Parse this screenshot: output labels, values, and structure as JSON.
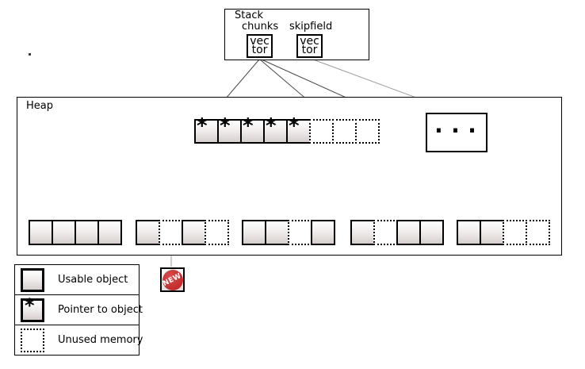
{
  "stack": {
    "title": "Stack",
    "chunks_label": "chunks",
    "skipfield_label": "skipfield",
    "vector_top": "vec",
    "vector_bottom": "tor"
  },
  "heap": {
    "label": "Heap",
    "ellipsis": "...",
    "pointer_array": {
      "pointers": [
        "*",
        "*",
        "*",
        "*",
        "*"
      ],
      "unused_count": 3
    },
    "object_groups": [
      {
        "cells": [
          "usable",
          "usable",
          "usable",
          "usable"
        ]
      },
      {
        "cells": [
          "usable",
          "unused",
          "usable",
          "unused"
        ]
      },
      {
        "cells": [
          "usable",
          "usable",
          "unused",
          "usable"
        ]
      },
      {
        "cells": [
          "usable",
          "unused",
          "usable",
          "usable"
        ]
      },
      {
        "cells": [
          "usable",
          "usable",
          "unused",
          "unused"
        ]
      }
    ]
  },
  "badge": {
    "label": "NEW"
  },
  "legend": {
    "items": [
      {
        "type": "usable",
        "label": "Usable object"
      },
      {
        "type": "pointer",
        "label": "Pointer to object",
        "symbol": "*"
      },
      {
        "type": "unused",
        "label": "Unused memory"
      }
    ]
  },
  "colors": {
    "arrow_dark": "#474747",
    "arrow_light": "#9b9b9b",
    "badge_red": "#c22d2d",
    "cell_gradient_top": "#ffffff",
    "cell_gradient_bottom": "#d6cecd"
  }
}
